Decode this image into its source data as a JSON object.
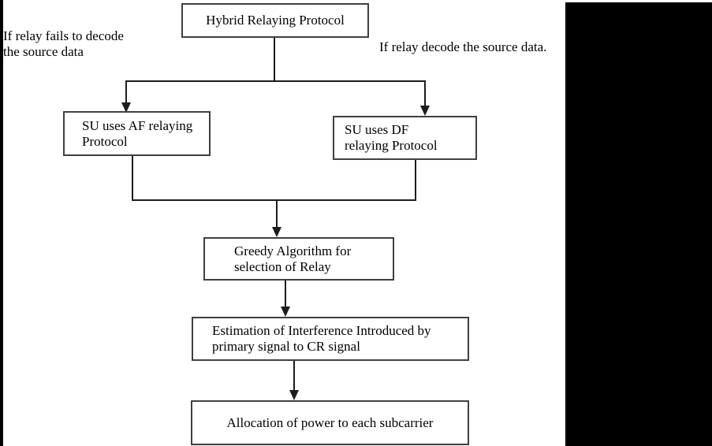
{
  "diagram": {
    "nodes": {
      "hybrid": {
        "label": "Hybrid Relaying Protocol"
      },
      "af": {
        "label": "SU uses AF relaying\nProtocol"
      },
      "df": {
        "label": "SU uses DF\nrelaying Protocol"
      },
      "greedy": {
        "label": "Greedy Algorithm for\nselection of Relay"
      },
      "estimation": {
        "label": "Estimation of Interference Introduced by\nprimary signal to CR signal"
      },
      "allocation": {
        "label": "Allocation of power to each subcarrier"
      }
    },
    "edge_labels": {
      "fail": "If relay fails to decode\nthe source data",
      "decode": "If relay decode the source data."
    },
    "colors": {
      "background": "#ffffff",
      "text": "#000000",
      "box_border": "#404040",
      "line": "#1c1c1c",
      "bar": "#000000"
    }
  }
}
